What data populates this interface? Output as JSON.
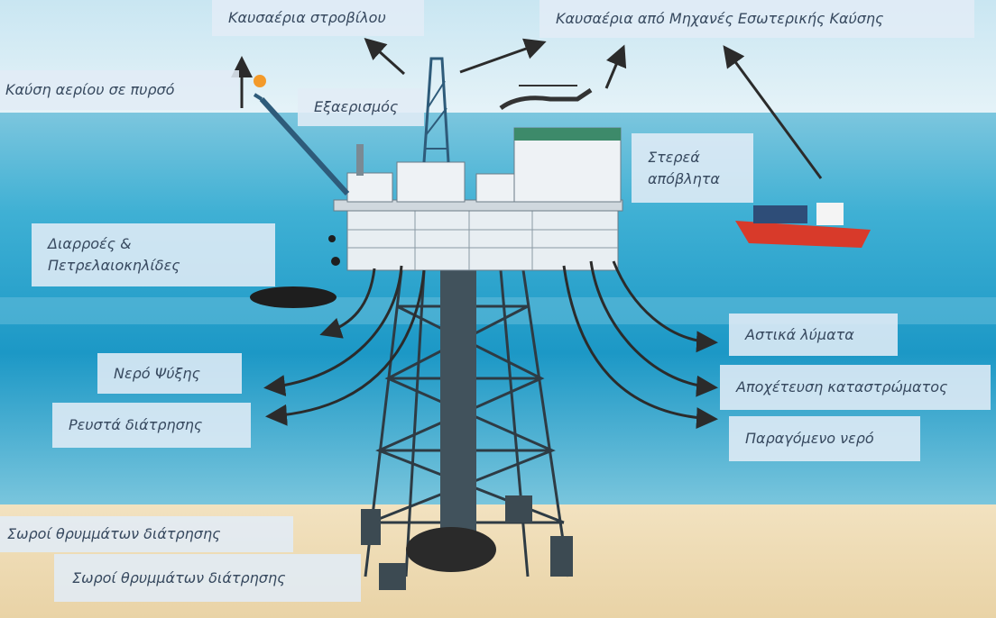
{
  "labels": {
    "turbine_exhaust": "Καυσαέρια στροβίλου",
    "engine_exhaust": "Καυσαέρια από Μηχανές Εσωτερικής Καύσης",
    "flaring": "Καύση αερίου σε πυρσό",
    "venting": "Εξαερισμός",
    "solid_waste_line1": "Στερεά",
    "solid_waste_line2": "απόβλητα",
    "spills_line1": "Διαρροές &",
    "spills_line2": "Πετρελαιοκηλίδες",
    "cooling_water": "Νερό Ψύξης",
    "drilling_fluids": "Ρευστά διάτρησης",
    "sewage": "Αστικά λύματα",
    "deck_drainage": "Αποχέτευση καταστρώματος",
    "produced_water": "Παραγόμενο νερό",
    "cuttings_piles_1": "Σωροί θρυμμάτων διάτρησης",
    "cuttings_piles_2": "Σωροί θρυμμάτων διάτρησης"
  },
  "colors": {
    "sky": "#d8ecf4",
    "sea": "#2aa3c8",
    "deep_sea": "#1f90bf",
    "sand": "#efdcb6",
    "label_text": "#37495f"
  }
}
